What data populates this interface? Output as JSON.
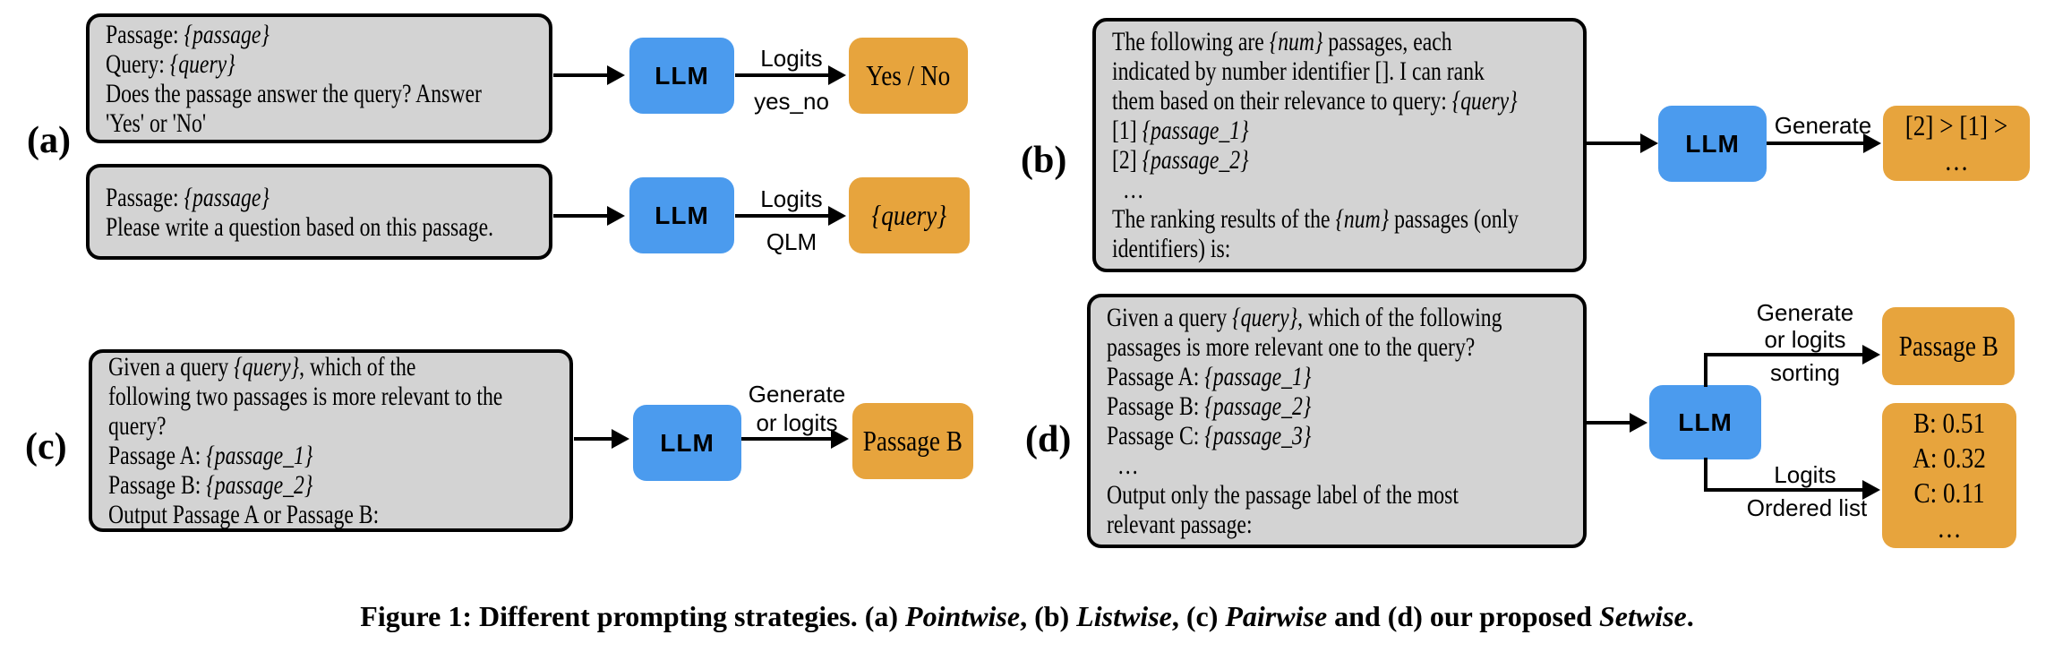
{
  "colors": {
    "llm_blue": "#4b9bee",
    "output_orange": "#e7a43d",
    "prompt_gray": "#d3d3d3",
    "line_black": "#000000"
  },
  "llm_label": "LLM",
  "panel_a": {
    "label": "(a)",
    "row1": {
      "prompt_lines": [
        "Passage: {passage}",
        "Query: {query}",
        "Does the passage answer the query? Answer",
        "'Yes' or 'No'"
      ],
      "arrow_label_top": "Logits",
      "arrow_label_bottom": "yes_no",
      "output": "Yes / No"
    },
    "row2": {
      "prompt_lines": [
        "Passage: {passage}",
        "Please write a question based on this passage."
      ],
      "arrow_label_top": "Logits",
      "arrow_label_bottom": "QLM",
      "output": "{query}"
    }
  },
  "panel_b": {
    "label": "(b)",
    "prompt_lines": [
      "The following are {num} passages, each",
      "indicated by number identifier []. I can rank",
      "them based on their relevance to query: {query}",
      "[1] {passage_1}",
      "[2] {passage_2}",
      "  …",
      "The ranking results of the {num} passages (only",
      "identifiers) is:"
    ],
    "arrow_label": "Generate",
    "output": "[2] > [1] > …"
  },
  "panel_c": {
    "label": "(c)",
    "prompt_lines": [
      "Given a query {query}, which of the",
      "following two passages is more relevant to the",
      "query?",
      "Passage A: {passage_1}",
      "Passage B: {passage_2}",
      "Output Passage A or Passage B:"
    ],
    "arrow_label_lines": [
      "Generate",
      "or logits"
    ],
    "output": "Passage B"
  },
  "panel_d": {
    "label": "(d)",
    "prompt_lines": [
      "Given a query {query}, which of the following",
      "passages is more relevant one to the query?",
      "Passage A: {passage_1}",
      "Passage B: {passage_2}",
      "Passage C: {passage_3}",
      "  …",
      "Output only the passage label of the most",
      "relevant passage:"
    ],
    "top_branch": {
      "labels_above": [
        "Generate",
        "or logits"
      ],
      "label_below": "sorting",
      "output": "Passage B"
    },
    "bottom_branch": {
      "label_above": "Logits",
      "label_below": "Ordered list",
      "output_lines": [
        "B: 0.51",
        "A: 0.32",
        "C: 0.11",
        "…"
      ]
    }
  },
  "caption": {
    "segments": [
      {
        "t": "Figure 1: Different prompting strategies. (a) "
      },
      {
        "t": "Pointwise",
        "i": true
      },
      {
        "t": ", (b) "
      },
      {
        "t": "Listwise",
        "i": true
      },
      {
        "t": ", (c) "
      },
      {
        "t": "Pairwise",
        "i": true
      },
      {
        "t": " and (d) our proposed "
      },
      {
        "t": "Setwise",
        "i": true
      },
      {
        "t": "."
      }
    ]
  }
}
